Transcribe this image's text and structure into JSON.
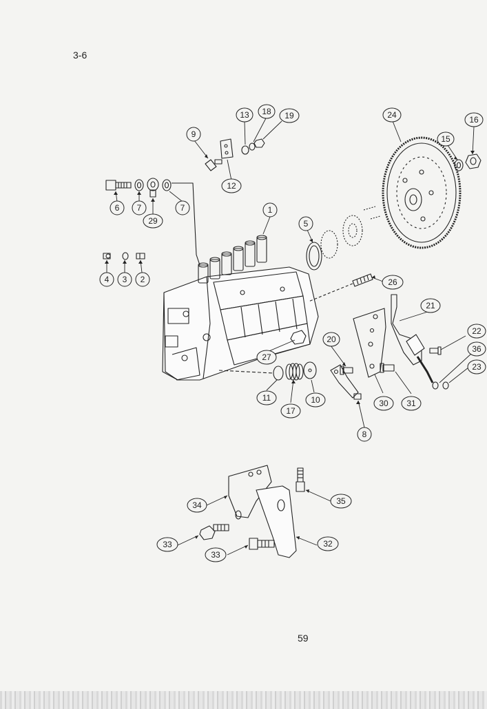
{
  "page": {
    "section": "3-6",
    "page_number": "59"
  },
  "callouts": [
    {
      "id": "c1",
      "label": "1"
    },
    {
      "id": "c2",
      "label": "2"
    },
    {
      "id": "c3",
      "label": "3"
    },
    {
      "id": "c4",
      "label": "4"
    },
    {
      "id": "c5",
      "label": "5"
    },
    {
      "id": "c6",
      "label": "6"
    },
    {
      "id": "c7a",
      "label": "7"
    },
    {
      "id": "c7b",
      "label": "7"
    },
    {
      "id": "c8",
      "label": "8"
    },
    {
      "id": "c9",
      "label": "9"
    },
    {
      "id": "c10",
      "label": "10"
    },
    {
      "id": "c11",
      "label": "11"
    },
    {
      "id": "c12",
      "label": "12"
    },
    {
      "id": "c13",
      "label": "13"
    },
    {
      "id": "c15",
      "label": "15"
    },
    {
      "id": "c16",
      "label": "16"
    },
    {
      "id": "c17",
      "label": "17"
    },
    {
      "id": "c18",
      "label": "18"
    },
    {
      "id": "c19",
      "label": "19"
    },
    {
      "id": "c20",
      "label": "20"
    },
    {
      "id": "c21",
      "label": "21"
    },
    {
      "id": "c22",
      "label": "22"
    },
    {
      "id": "c23",
      "label": "23"
    },
    {
      "id": "c24",
      "label": "24"
    },
    {
      "id": "c26",
      "label": "26"
    },
    {
      "id": "c27",
      "label": "27"
    },
    {
      "id": "c29",
      "label": "29"
    },
    {
      "id": "c30",
      "label": "30"
    },
    {
      "id": "c31",
      "label": "31"
    },
    {
      "id": "c32",
      "label": "32"
    },
    {
      "id": "c33a",
      "label": "33"
    },
    {
      "id": "c33b",
      "label": "33"
    },
    {
      "id": "c34",
      "label": "34"
    },
    {
      "id": "c35",
      "label": "35"
    },
    {
      "id": "c36",
      "label": "36"
    }
  ]
}
